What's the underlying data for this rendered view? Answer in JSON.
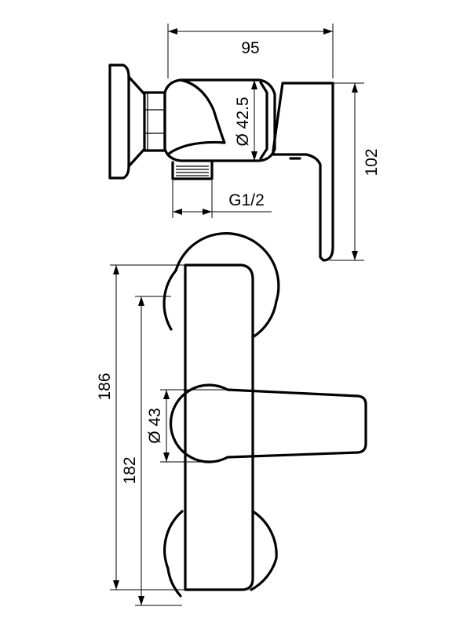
{
  "dimensions": {
    "top_width": "95",
    "body_diameter": "Ø 42.5",
    "height": "102",
    "inlet_thread": "G1/2",
    "overall_length": "186",
    "center_distance": "182",
    "knob_diameter": "Ø 43"
  }
}
